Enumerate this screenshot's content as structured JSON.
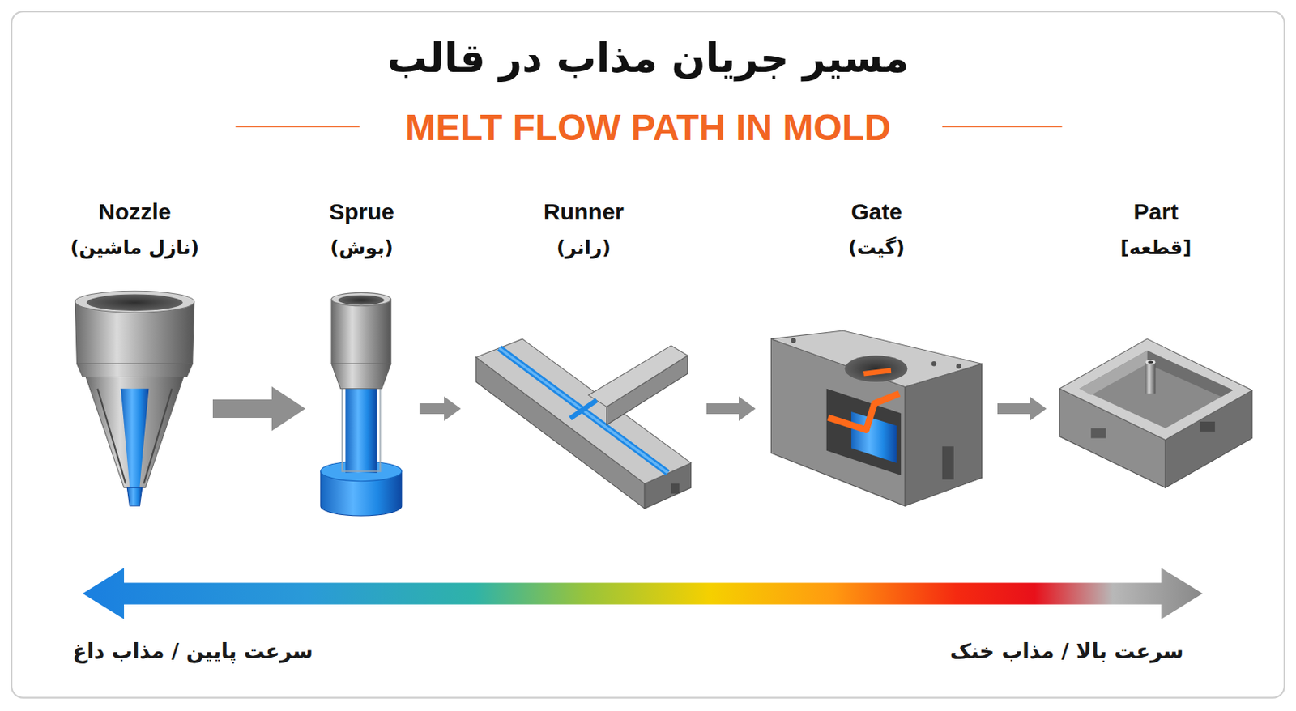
{
  "diagram": {
    "title": "مسیر جریان مذاب در قالب",
    "nodes": [
      {
        "text": [
          "Nozzle",
          "(نازل ماشین)"
        ]
      },
      {
        "text": [
          "Sprue",
          "(بوش)"
        ]
      },
      {
        "text": [
          "Runner",
          "(رانر)"
        ]
      },
      {
        "text": [
          "Gate",
          "(گیت)"
        ]
      },
      {
        "text": [
          "Part",
          "[قطعه]"
        ]
      }
    ],
    "edges": [
      {
        "from": 0,
        "to": 1,
        "arrow": "to"
      },
      {
        "from": 1,
        "to": 2,
        "arrow": "to"
      },
      {
        "from": 2,
        "to": 3,
        "arrow": "to"
      },
      {
        "from": 3,
        "to": 4,
        "arrow": "to"
      }
    ],
    "labels": [
      "MELT FLOW PATH IN MOLD",
      "سرعت پایین / مذاب داغ",
      "سرعت بالا / مذاب خنک"
    ]
  }
}
